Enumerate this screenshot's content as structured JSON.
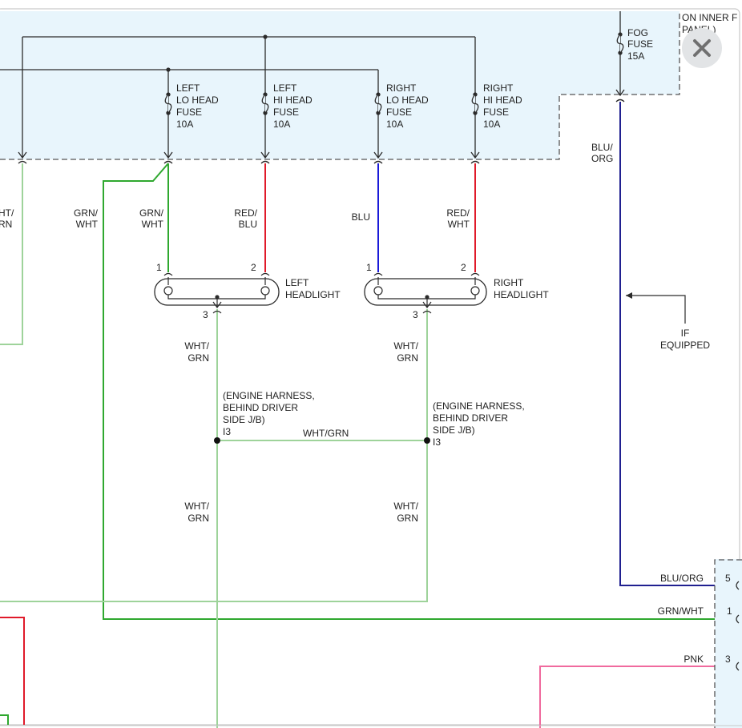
{
  "fuse_box": {
    "panel_note": [
      "ON INNER F",
      "PANEL)"
    ],
    "fuses": [
      {
        "lines": [
          "FOG",
          "FUSE",
          "15A"
        ]
      },
      {
        "lines": [
          "LEFT",
          "LO HEAD",
          "FUSE",
          "10A"
        ]
      },
      {
        "lines": [
          "LEFT",
          "HI HEAD",
          "FUSE",
          "10A"
        ]
      },
      {
        "lines": [
          "RIGHT",
          "LO HEAD",
          "FUSE",
          "10A"
        ]
      },
      {
        "lines": [
          "RIGHT",
          "HI HEAD",
          "FUSE",
          "10A"
        ]
      }
    ]
  },
  "wires": {
    "grn_wht_a": [
      "GRN/",
      "WHT"
    ],
    "grn_wht_b": [
      "GRN/",
      "WHT"
    ],
    "red_blu": [
      "RED/",
      "BLU"
    ],
    "blu": "BLU",
    "red_wht": [
      "RED/",
      "WHT"
    ],
    "blu_org": [
      "BLU/",
      "ORG"
    ],
    "partial_left": [
      "HT/",
      "RN"
    ],
    "wht_grn_1": [
      "WHT/",
      "GRN"
    ],
    "wht_grn_2": [
      "WHT/",
      "GRN"
    ],
    "wht_grn_3": [
      "WHT/",
      "GRN"
    ],
    "wht_grn_4": [
      "WHT/",
      "GRN"
    ],
    "wht_grn_mid": "WHT/GRN"
  },
  "headlights": {
    "left": {
      "label": [
        "LEFT",
        "HEADLIGHT"
      ],
      "pins": [
        "1",
        "2",
        "3"
      ]
    },
    "right": {
      "label": [
        "RIGHT",
        "HEADLIGHT"
      ],
      "pins": [
        "1",
        "2",
        "3"
      ]
    }
  },
  "splices": {
    "left": {
      "note": [
        "(ENGINE HARNESS,",
        "BEHIND DRIVER",
        "SIDE J/B)"
      ],
      "id": "I3"
    },
    "right": {
      "note": [
        "(ENGINE HARNESS,",
        "BEHIND DRIVER",
        "SIDE J/B)"
      ],
      "id": "I3"
    }
  },
  "if_equipped": [
    "IF",
    "EQUIPPED"
  ],
  "connector": {
    "pins": [
      {
        "wire": "BLU/ORG",
        "pin": "5"
      },
      {
        "wire": "GRN/WHT",
        "pin": "1"
      },
      {
        "wire": "PNK",
        "pin": "3"
      }
    ]
  },
  "colors": {
    "fuse_box_fill": "#e8f5fc",
    "box_border": "#555555",
    "black_wire": "#2b2b2b",
    "green_wire": "#2fa82f",
    "light_green_wire": "#9ed39a",
    "red_wire": "#e01a2a",
    "blue_wire": "#1a1ad8",
    "navy_wire": "#202090",
    "pink_wire": "#f06a9e",
    "close_button": "#e2e4e6"
  },
  "icons": {
    "close": "close-x-icon"
  }
}
